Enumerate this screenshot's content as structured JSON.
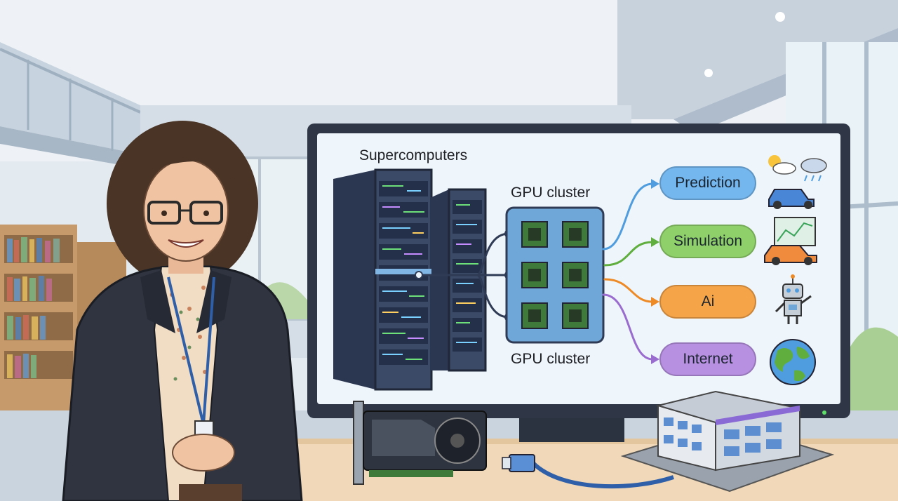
{
  "screen": {
    "title": "Supercomputers",
    "gpu_cluster_label_top": "GPU cluster",
    "gpu_cluster_label_bottom": "GPU cluster",
    "outputs": [
      {
        "label": "Prediction",
        "color": "#74b6ee",
        "line_color": "#4f9ddf"
      },
      {
        "label": "Simulation",
        "color": "#8fd06a",
        "line_color": "#5fae3e"
      },
      {
        "label": "Ai",
        "color": "#f6a448",
        "line_color": "#ee8a25"
      },
      {
        "label": "Internet",
        "color": "#b890e2",
        "line_color": "#9a6ccf"
      }
    ]
  },
  "colors": {
    "screen_bg": "#eef5fb",
    "monitor_frame": "#2f3746",
    "gpu_board": "#6fa7d8",
    "server_body": "#3b4a66"
  },
  "icons": [
    "weather-icon",
    "car-icon",
    "chart-icon",
    "robot-icon",
    "globe-icon",
    "gpu-card-icon",
    "ethernet-cable-icon",
    "datacenter-building-icon",
    "server-rack-icon",
    "gpu-chip-icon"
  ]
}
